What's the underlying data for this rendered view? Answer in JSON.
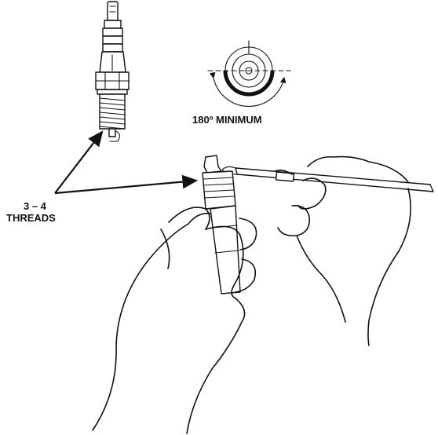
{
  "labels": {
    "threads_line1": "3 – 4",
    "threads_line2": "THREADS",
    "rotation": "180º MINIMUM"
  },
  "icons": [
    "spark-plug-icon",
    "rotation-gauge-icon",
    "hands-with-brush-icon"
  ]
}
